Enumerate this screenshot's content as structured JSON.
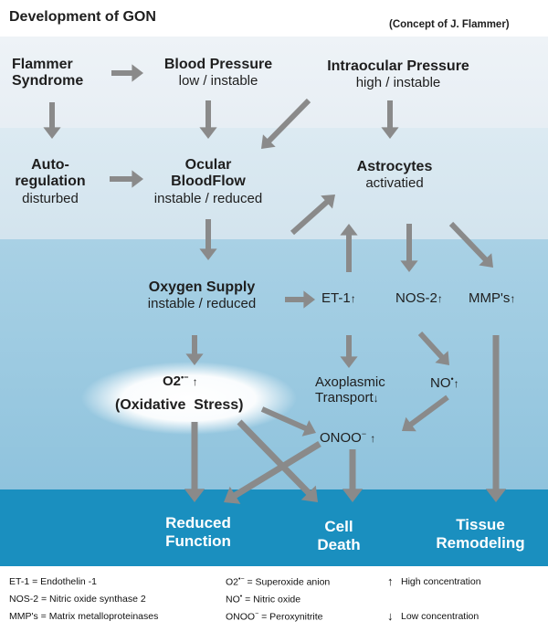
{
  "header": {
    "title": "Development of GON",
    "credit": "(Concept of J. Flammer)"
  },
  "nodes": {
    "flammer": "Flammer\nSyndrome",
    "bp_title": "Blood Pressure",
    "bp_sub": "low / instable",
    "iop_title": "Intraocular Pressure",
    "iop_sub": "high / instable",
    "auto_title": "Auto-\nregulation",
    "auto_sub": "disturbed",
    "obf_title": "Ocular\nBloodFlow",
    "obf_sub": "instable / reduced",
    "astro_title": "Astrocytes",
    "astro_sub": "activatied",
    "o2_title": "Oxygen Supply",
    "o2_sub": "instable / reduced",
    "et1": "ET-1",
    "nos2": "NOS-2",
    "mmp": "MMP's",
    "superoxide": "O2",
    "oxstress": "(Oxidative  Stress)",
    "axo": "Axoplasmic\nTransport",
    "no": "NO",
    "onoo": "ONOO",
    "reduced": "Reduced\nFunction",
    "cell": "Cell\nDeath",
    "tissue": "Tissue\nRemodeling"
  },
  "symbols": {
    "up": "↑",
    "down": "↓",
    "radical": "•",
    "superoxide_sup": "•−"
  },
  "legend": {
    "et1": "ET-1 = Endothelin -1",
    "nos2": "NOS-2 = Nitric oxide synthase 2",
    "mmp": "MMP's = Matrix metalloproteinases",
    "superoxide_base": "O2",
    "superoxide": "= Superoxide anion",
    "no_base": "NO",
    "no": "= Nitric oxide",
    "onoo_base": "ONOO",
    "onoo": "= Peroxynitrite",
    "high": "High concentration",
    "low": "Low concentration"
  },
  "colors": {
    "arrow": "#8a8a8a",
    "outcome_band": "#1a8fbf",
    "outcome_text": "#ffffff"
  }
}
